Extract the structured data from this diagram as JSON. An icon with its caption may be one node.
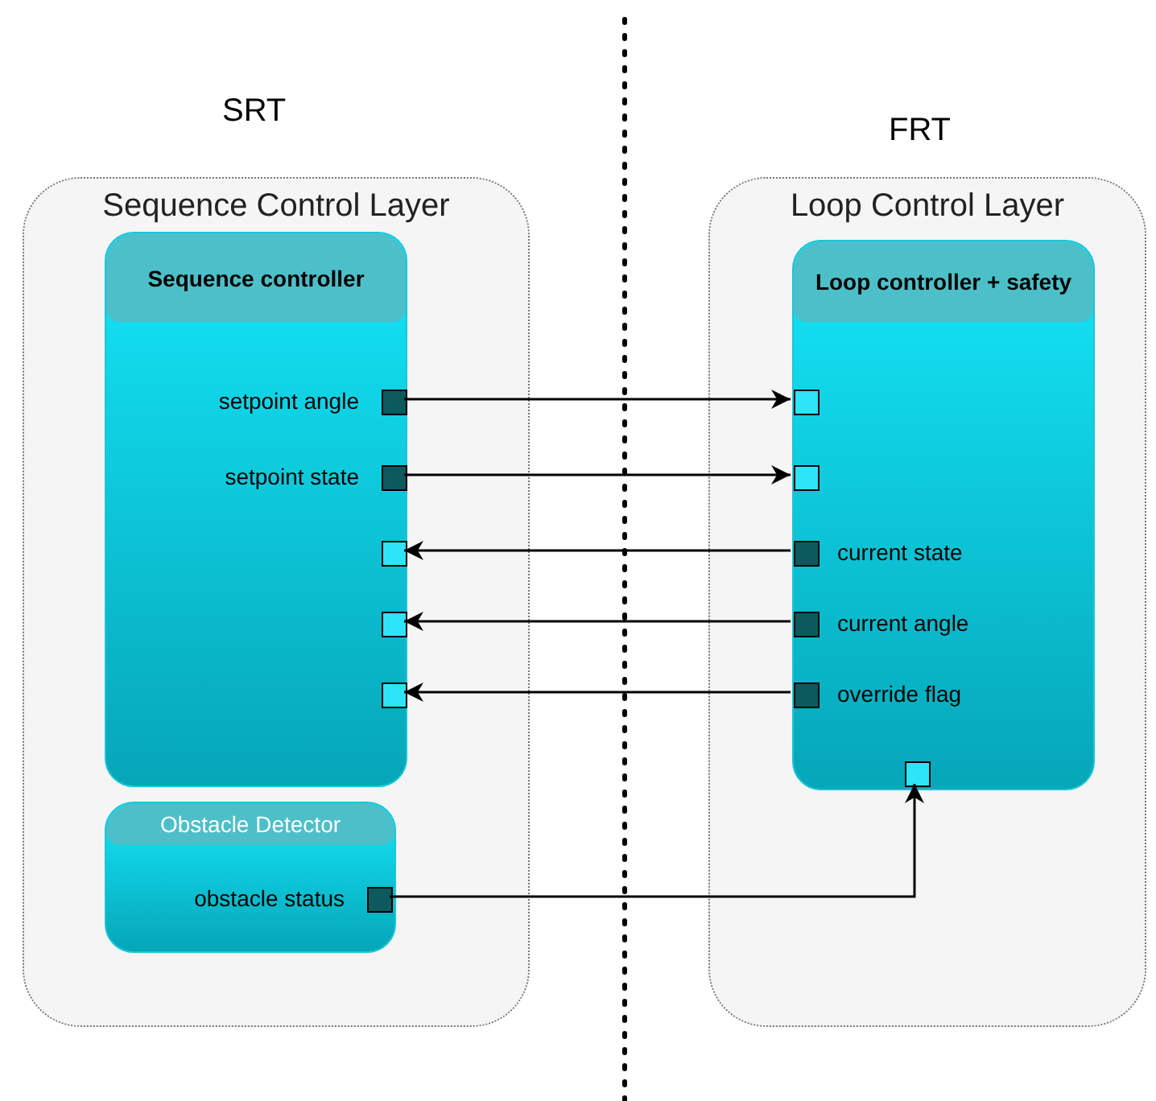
{
  "diagram": {
    "nodes": [
      {
        "text": [
          "Sequence Control Layer"
        ]
      },
      {
        "text": [
          "Sequence controller"
        ],
        "in": 0
      },
      {
        "text": [],
        "shape": "box",
        "beside": [
          "setpoint angle"
        ],
        "in": 1
      },
      {
        "text": [],
        "shape": "box",
        "beside": [
          "setpoint state"
        ],
        "in": 1
      },
      {
        "text": [],
        "shape": "box",
        "in": 1
      },
      {
        "text": [],
        "shape": "box",
        "in": 1
      },
      {
        "text": [],
        "shape": "box",
        "in": 1
      },
      {
        "text": [
          "Obstacle Detector"
        ],
        "in": 0
      },
      {
        "text": [],
        "shape": "box",
        "beside": [
          "obstacle status"
        ],
        "in": 7
      },
      {
        "text": [
          "Loop Control Layer"
        ]
      },
      {
        "text": [
          "Loop controller + safety"
        ],
        "in": 9
      },
      {
        "text": [],
        "shape": "box",
        "in": 10
      },
      {
        "text": [],
        "shape": "box",
        "in": 10
      },
      {
        "text": [],
        "shape": "box",
        "beside": [
          "current state"
        ],
        "in": 10
      },
      {
        "text": [],
        "shape": "box",
        "beside": [
          "current angle"
        ],
        "in": 10
      },
      {
        "text": [],
        "shape": "box",
        "beside": [
          "override flag"
        ],
        "in": 10
      },
      {
        "text": [],
        "shape": "box",
        "in": 10
      }
    ],
    "edges": [
      {
        "from": 2,
        "to": 11,
        "arrow": "to"
      },
      {
        "from": 3,
        "to": 12,
        "arrow": "to"
      },
      {
        "from": 13,
        "to": 4,
        "arrow": "to"
      },
      {
        "from": 14,
        "to": 5,
        "arrow": "to"
      },
      {
        "from": 15,
        "to": 6,
        "arrow": "to"
      },
      {
        "from": 8,
        "to": 16,
        "arrow": "to"
      }
    ],
    "labels": [
      "SRT",
      "FRT"
    ]
  }
}
